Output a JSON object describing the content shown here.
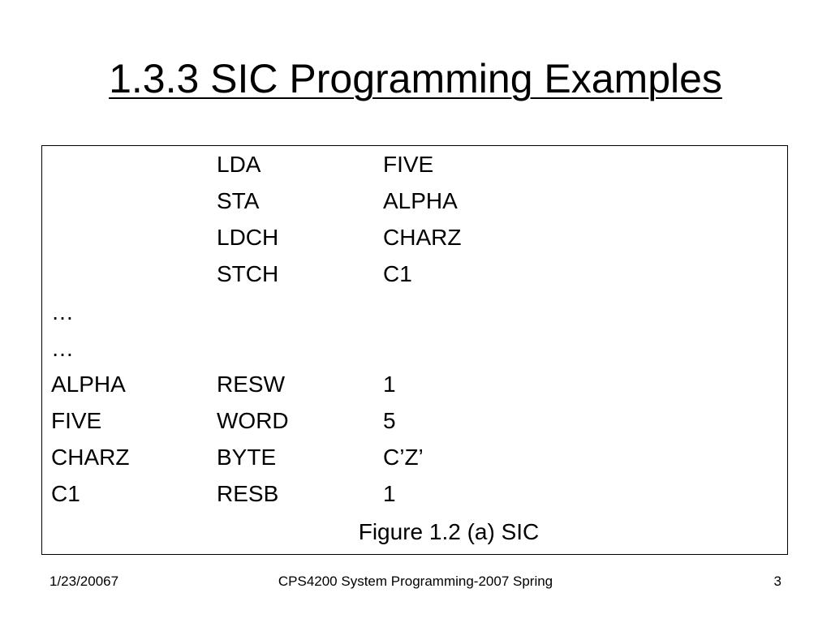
{
  "slide": {
    "title": "1.3.3 SIC Programming Examples"
  },
  "code": {
    "rows": [
      {
        "label": "",
        "op": "LDA",
        "arg": "FIVE"
      },
      {
        "label": "",
        "op": "STA",
        "arg": "ALPHA"
      },
      {
        "label": "",
        "op": "LDCH",
        "arg": "CHARZ"
      },
      {
        "label": "",
        "op": "STCH",
        "arg": "C1"
      },
      {
        "label": "…",
        "op": "",
        "arg": ""
      },
      {
        "label": "…",
        "op": "",
        "arg": ""
      },
      {
        "label": "ALPHA",
        "op": "RESW",
        "arg": "1"
      },
      {
        "label": "FIVE",
        "op": "WORD",
        "arg": "5"
      },
      {
        "label": "CHARZ",
        "op": "BYTE",
        "arg": "C’Z’"
      },
      {
        "label": "C1",
        "op": "RESB",
        "arg": "1"
      }
    ],
    "caption": "Figure 1.2 (a) SIC"
  },
  "footer": {
    "date": "1/23/20067",
    "course": "CPS4200 System Programming-2007 Spring",
    "page": "3"
  }
}
